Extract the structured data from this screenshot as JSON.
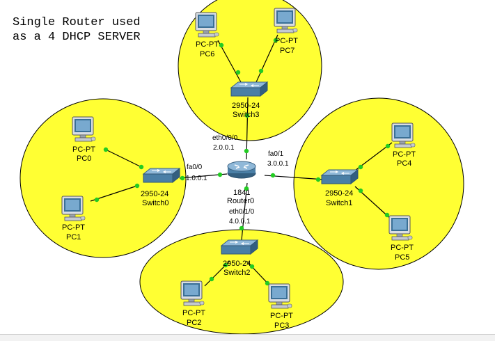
{
  "title": {
    "line1": "Single Router used",
    "line2": "as a 4 DHCP SERVER"
  },
  "router": {
    "model": "1841",
    "name": "Router0"
  },
  "interfaces": {
    "fa00": {
      "name": "fa0/0",
      "ip": "1.0.0.1"
    },
    "fa01": {
      "name": "fa0/1",
      "ip": "3.0.0.1"
    },
    "eth000": {
      "name": "eth0/0/0",
      "ip": "2.0.0.1"
    },
    "eth010": {
      "name": "eth0/1/0",
      "ip": "4.0.0.1"
    }
  },
  "switches": {
    "sw0": {
      "model": "2950-24",
      "name": "Switch0"
    },
    "sw1": {
      "model": "2950-24",
      "name": "Switch1"
    },
    "sw2": {
      "model": "2950-24",
      "name": "Switch2"
    },
    "sw3": {
      "model": "2950-24",
      "name": "Switch3"
    }
  },
  "pcs": {
    "pc0": {
      "type": "PC-PT",
      "name": "PC0"
    },
    "pc1": {
      "type": "PC-PT",
      "name": "PC1"
    },
    "pc2": {
      "type": "PC-PT",
      "name": "PC2"
    },
    "pc3": {
      "type": "PC-PT",
      "name": "PC3"
    },
    "pc4": {
      "type": "PC-PT",
      "name": "PC4"
    },
    "pc5": {
      "type": "PC-PT",
      "name": "PC5"
    },
    "pc6": {
      "type": "PC-PT",
      "name": "PC6"
    },
    "pc7": {
      "type": "PC-PT",
      "name": "PC7"
    }
  },
  "colors": {
    "zone": "#ffff33",
    "link": "#000000",
    "port_up": "#22cc22",
    "device": "#4a7fa6"
  }
}
